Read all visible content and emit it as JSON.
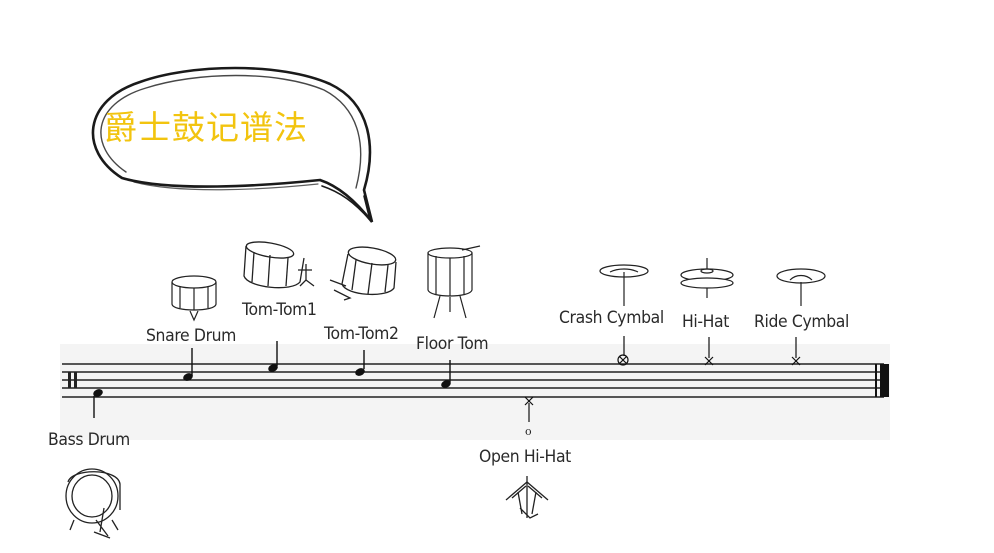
{
  "title": "爵士鼓记谱法",
  "colors": {
    "title": "#f2c40f",
    "ink": "#1a1a1a",
    "staff": "#222222",
    "paper": "#f4f4f4"
  },
  "labels": {
    "bass_drum": "Bass Drum",
    "snare_drum": "Snare Drum",
    "tom_tom_1": "Tom-Tom1",
    "tom_tom_2": "Tom-Tom2",
    "floor_tom": "Floor Tom",
    "crash_cymbal": "Crash Cymbal",
    "hi_hat": "Hi-Hat",
    "ride_cymbal": "Ride Cymbal",
    "open_hi_hat": "Open Hi-Hat",
    "open_symbol": "o"
  }
}
